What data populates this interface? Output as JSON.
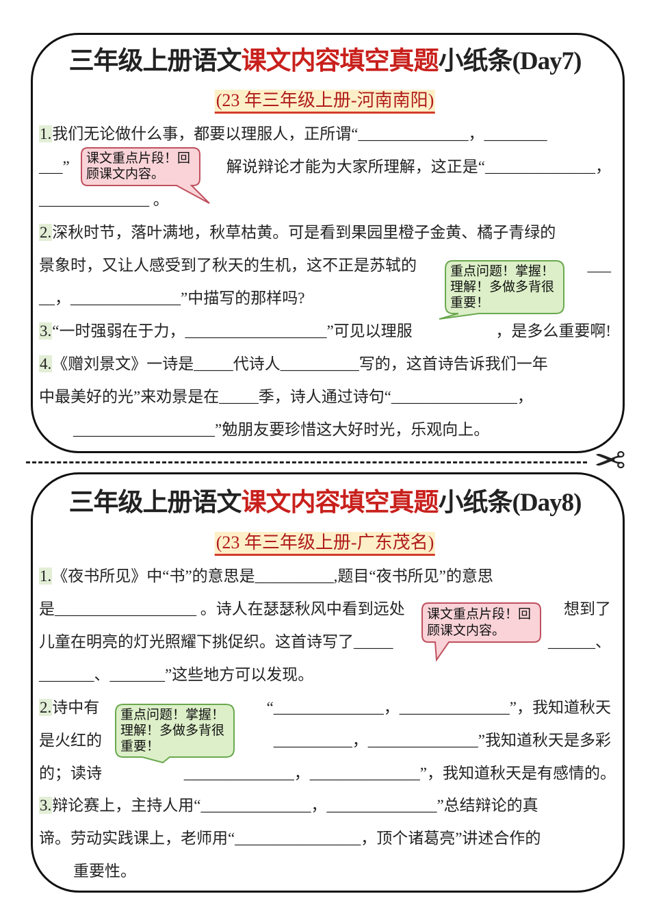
{
  "day7": {
    "title_part1": "三年级上册语文",
    "title_red": "课文内容填空真题",
    "title_part2": "小纸条(Day7)",
    "subtitle": "(23 年三年级上册-河南南阳)",
    "lines": [
      {
        "num": "1.",
        "text": "我们无论做什么事，都要以理服人，正所谓“______________，________"
      },
      {
        "left": "___”",
        "right": "解说辩论才能为大家所理解，这正是“______________，"
      },
      {
        "text": "______________ 。"
      },
      {
        "num": "2.",
        "text": "深秋时节，落叶满地，秋草枯黄。可是看到果园里橙子金黄、橘子青绿的"
      },
      {
        "left": "景象时，又让人感受到了秋天的生机，这不正是苏轼的",
        "right": "___"
      },
      {
        "text": "__，______________”中描写的那样吗?"
      },
      {
        "num": "3.",
        "left": "“一时强弱在于力，__________________”可见以理服",
        "right": "，是多么重要啊!"
      },
      {
        "num": "4.",
        "text": "《赠刘景文》一诗是_____代诗人__________写的，这首诗告诉我们一年"
      },
      {
        "text": "中最美好的光”来劝景是在_____季，诗人通过诗句“________________，"
      },
      {
        "text": "__________________”勉朋友要珍惜这大好时光，乐观向上。"
      }
    ],
    "callout_pink": {
      "line1": "课文重点片段！回",
      "line2": "顾课文内容。"
    },
    "callout_green": {
      "line1": "重点问题！掌握！",
      "line2": "理解！多做多背很",
      "line3": "重要！"
    }
  },
  "day8": {
    "title_part1": "三年级上册语文",
    "title_red": "课文内容填空真题",
    "title_part2": "小纸条(Day8)",
    "subtitle": "(23 年三年级上册-广东茂名)",
    "lines": [
      {
        "num": "1.",
        "text": "《夜书所见》中“书”的意思是__________,题目“夜书所见”的意思"
      },
      {
        "left": "是__________________ 。诗人在瑟瑟秋风中看到远处",
        "right": "想到了"
      },
      {
        "left": "儿童在明亮的灯光照耀下挑促织。这首诗写了_____",
        "right": "______、"
      },
      {
        "text": "_______、_______”这些地方可以发现。"
      },
      {
        "num": "2.",
        "left": "诗中有",
        "right": "“______________，______________”，我知道秋天"
      },
      {
        "left": "是火红的",
        "right": "__________，______________”我知道秋天是多彩"
      },
      {
        "left": "的；读诗",
        "right": "______________，______________”，我知道秋天是有感情的。"
      },
      {
        "num": "3.",
        "text": "辩论赛上，主持人用“______________，______________”总结辩论的真"
      },
      {
        "text": "谛。劳动实践课上，老师用“________________，顶个诸葛亮”讲述合作的"
      },
      {
        "text": "重要性。"
      }
    ],
    "callout_pink": {
      "line1": "课文重点片段！回",
      "line2": "顾课文内容。"
    },
    "callout_green": {
      "line1": "重点问题！掌握！",
      "line2": "理解！多做多背很",
      "line3": "重要！"
    }
  },
  "colors": {
    "title_red": "#c8201c",
    "callout_pink": "#f9d3d8",
    "callout_green": "#dcefc8",
    "number_highlight": "#e2eed6",
    "subtitle_bg": "#fdf0c8"
  },
  "icons": {
    "cut_line": "scissors-icon"
  }
}
